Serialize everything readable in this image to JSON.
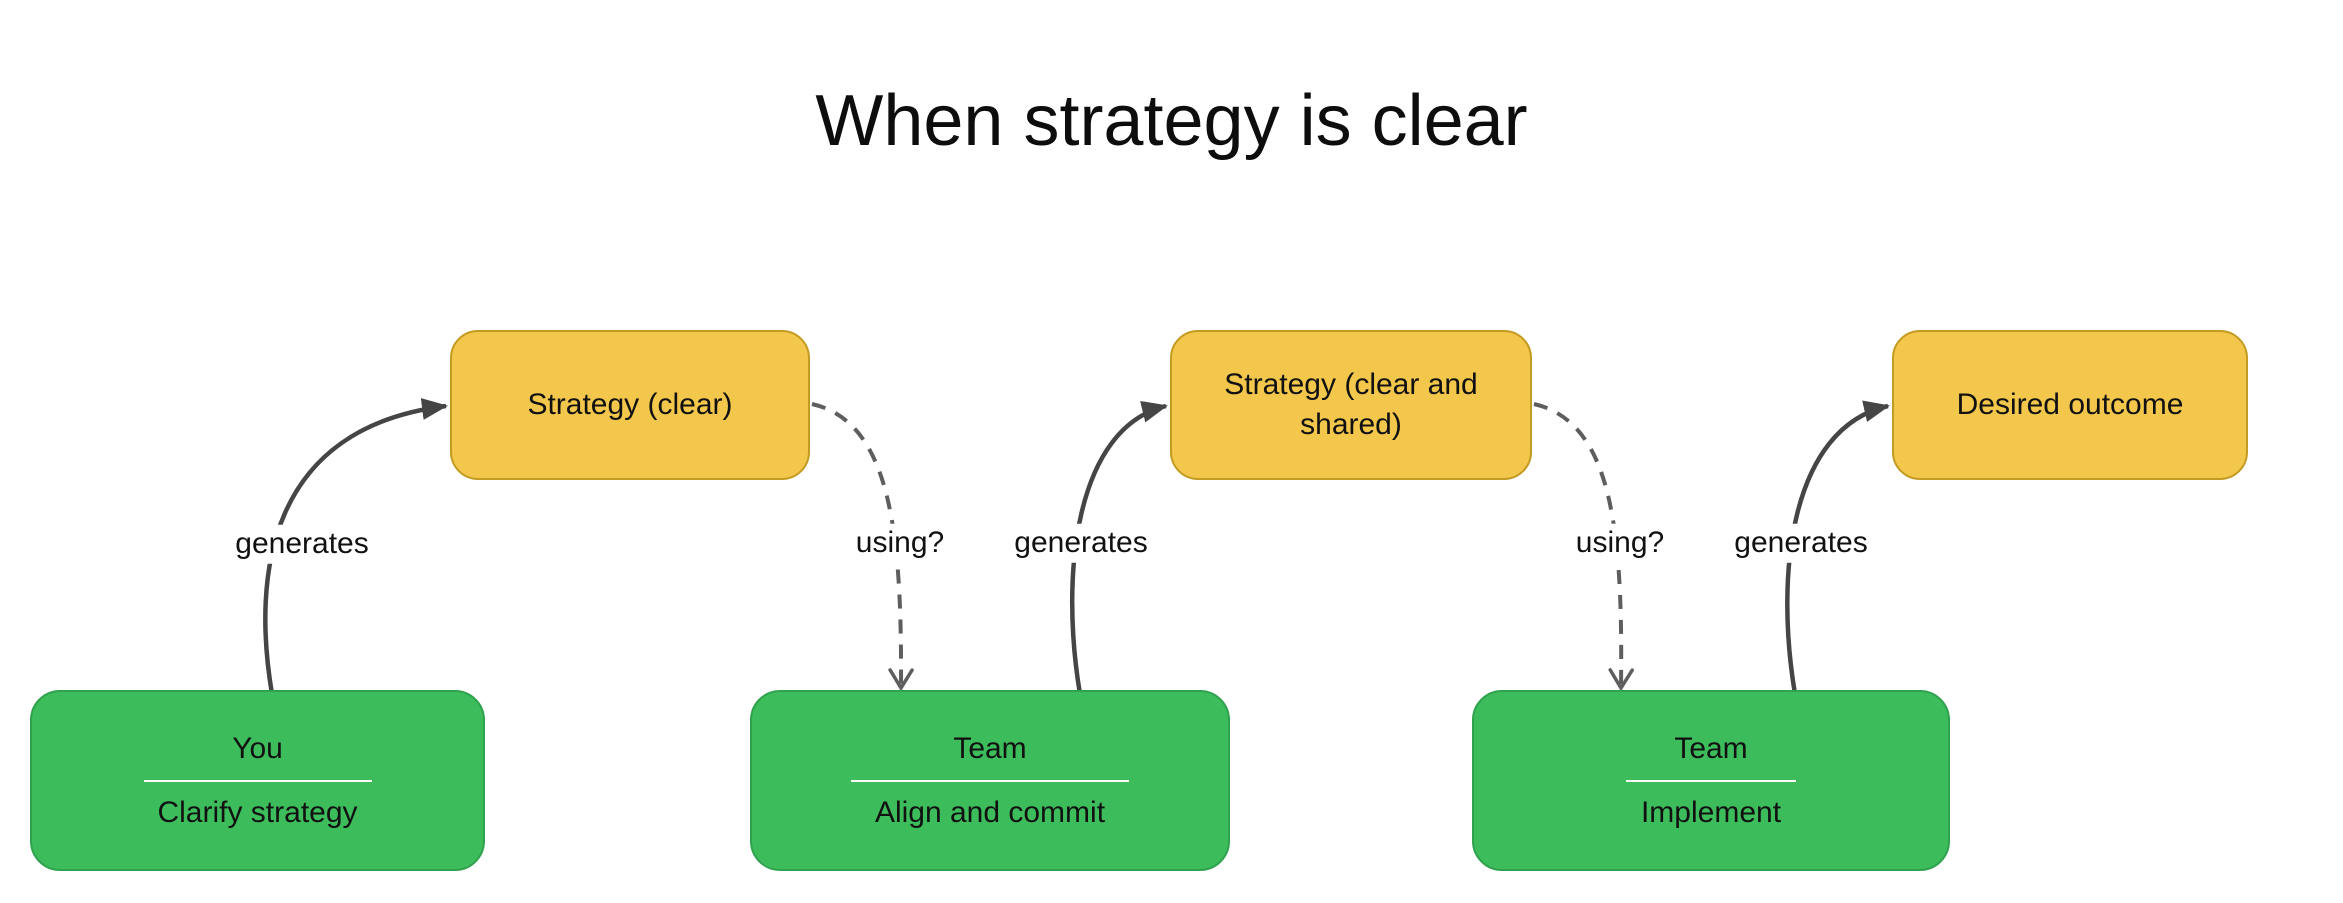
{
  "title": "When strategy is clear",
  "colors": {
    "yellow_fill": "#F2C74B",
    "yellow_border": "#C49B22",
    "green_fill": "#3DBC5C",
    "green_border": "#2FA24E",
    "solid_arrow": "#454545",
    "dashed_arrow": "#5E5E5E"
  },
  "nodes": {
    "strategy_clear": {
      "label": "Strategy (clear)"
    },
    "strategy_clear_shared": {
      "label": "Strategy (clear and shared)"
    },
    "desired_outcome": {
      "label": "Desired outcome"
    },
    "you_clarify": {
      "role": "You",
      "action": "Clarify strategy"
    },
    "team_align": {
      "role": "Team",
      "action": "Align and commit"
    },
    "team_implement": {
      "role": "Team",
      "action": "Implement"
    }
  },
  "edges": [
    {
      "label": "generates",
      "style": "solid",
      "from": "You / Clarify strategy",
      "to": "Strategy (clear)"
    },
    {
      "label": "using?",
      "style": "dashed",
      "from": "Strategy (clear)",
      "to": "Team / Align and commit"
    },
    {
      "label": "generates",
      "style": "solid",
      "from": "Team / Align and commit",
      "to": "Strategy (clear and shared)"
    },
    {
      "label": "using?",
      "style": "dashed",
      "from": "Strategy (clear and shared)",
      "to": "Team / Implement"
    },
    {
      "label": "generates",
      "style": "solid",
      "from": "Team / Implement",
      "to": "Desired outcome"
    }
  ]
}
